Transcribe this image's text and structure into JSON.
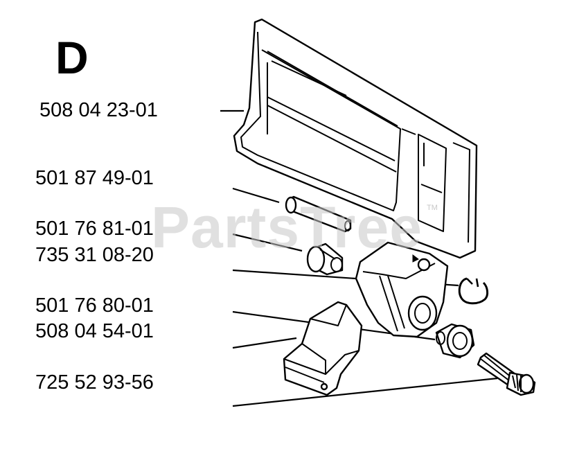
{
  "diagram": {
    "section_letter": "D",
    "watermark": "PartsTree",
    "watermark_tm": "TM",
    "part_numbers": [
      "508 04 23-01",
      "501 87 49-01",
      "501 76 81-01",
      "735 31 08-20",
      "501 76 80-01",
      "508 04 54-01",
      "725 52 93-56"
    ]
  }
}
